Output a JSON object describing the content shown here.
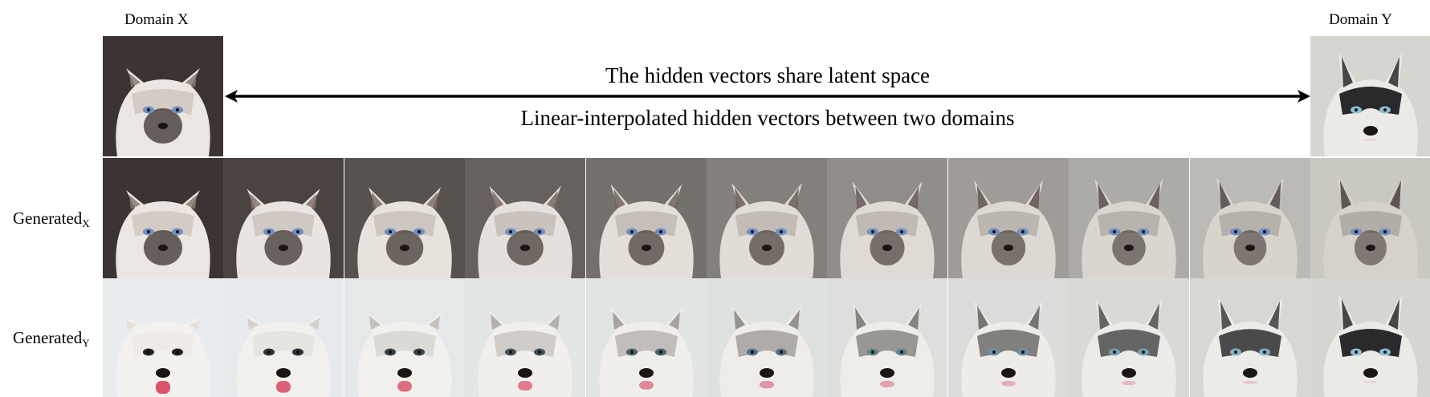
{
  "labels": {
    "domain_x": "Domain X",
    "domain_y": "Domain Y",
    "generated_x_main": "Generated",
    "generated_x_sub": "X",
    "generated_y_main": "Generated",
    "generated_y_sub": "Y"
  },
  "captions": {
    "top": "The hidden vectors share latent space",
    "bottom": "Linear-interpolated hidden vectors between two domains"
  },
  "interpolation": {
    "steps": 11,
    "cat_to_dog_mix": [
      0,
      0.1,
      0.2,
      0.3,
      0.4,
      0.5,
      0.6,
      0.7,
      0.8,
      0.9,
      1.0
    ]
  },
  "colors": {
    "cat_fur": "#ece6e2",
    "cat_mask": "#3a302c",
    "cat_eye": "#6f8fc2",
    "cat_background": "#3c3432",
    "dog_white": "#f2f1ee",
    "dog_dark": "#2a2a2c",
    "dog_eye": "#8cc2d6",
    "dog_tongue": "#d9536a",
    "dog_background": "#d4d7cf",
    "arrow": "#000000"
  }
}
